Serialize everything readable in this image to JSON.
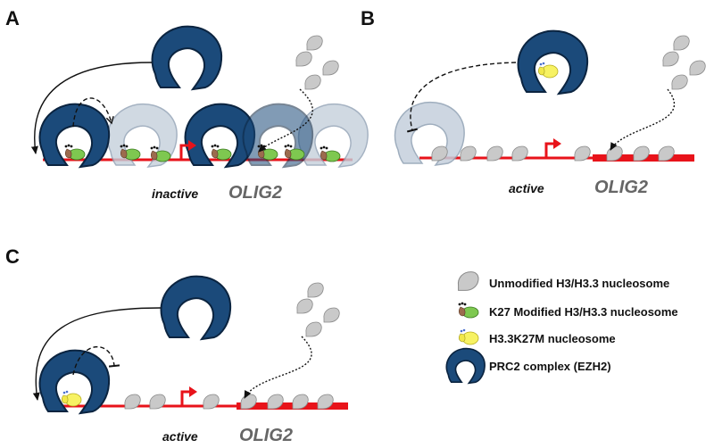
{
  "colors": {
    "prc2": "#1b4a7a",
    "prc2_stroke": "#0b2440",
    "prc2_faded": "#c5d0dc",
    "dna": "#e8131a",
    "nucleosome": "#c9c9c9",
    "k27_modified": "#7ec850",
    "h33k27m": "#f7f263",
    "gene_label": "#666666"
  },
  "panels": [
    {
      "letter": "A",
      "state": "inactive",
      "gene": "OLIG2"
    },
    {
      "letter": "B",
      "state": "active",
      "gene": "OLIG2"
    },
    {
      "letter": "C",
      "state": "active",
      "gene": "OLIG2"
    }
  ],
  "legend": [
    {
      "icon": "grey-nucleosome-icon",
      "label": "Unmodified H3/H3.3 nucleosome"
    },
    {
      "icon": "green-methylated-nucleosome-icon",
      "label": "K27 Modified H3/H3.3 nucleosome"
    },
    {
      "icon": "yellow-k27m-nucleosome-icon",
      "label": "H3.3K27M nucleosome"
    },
    {
      "icon": "prc2-complex-icon",
      "label": "PRC2 complex (EZH2)"
    }
  ]
}
